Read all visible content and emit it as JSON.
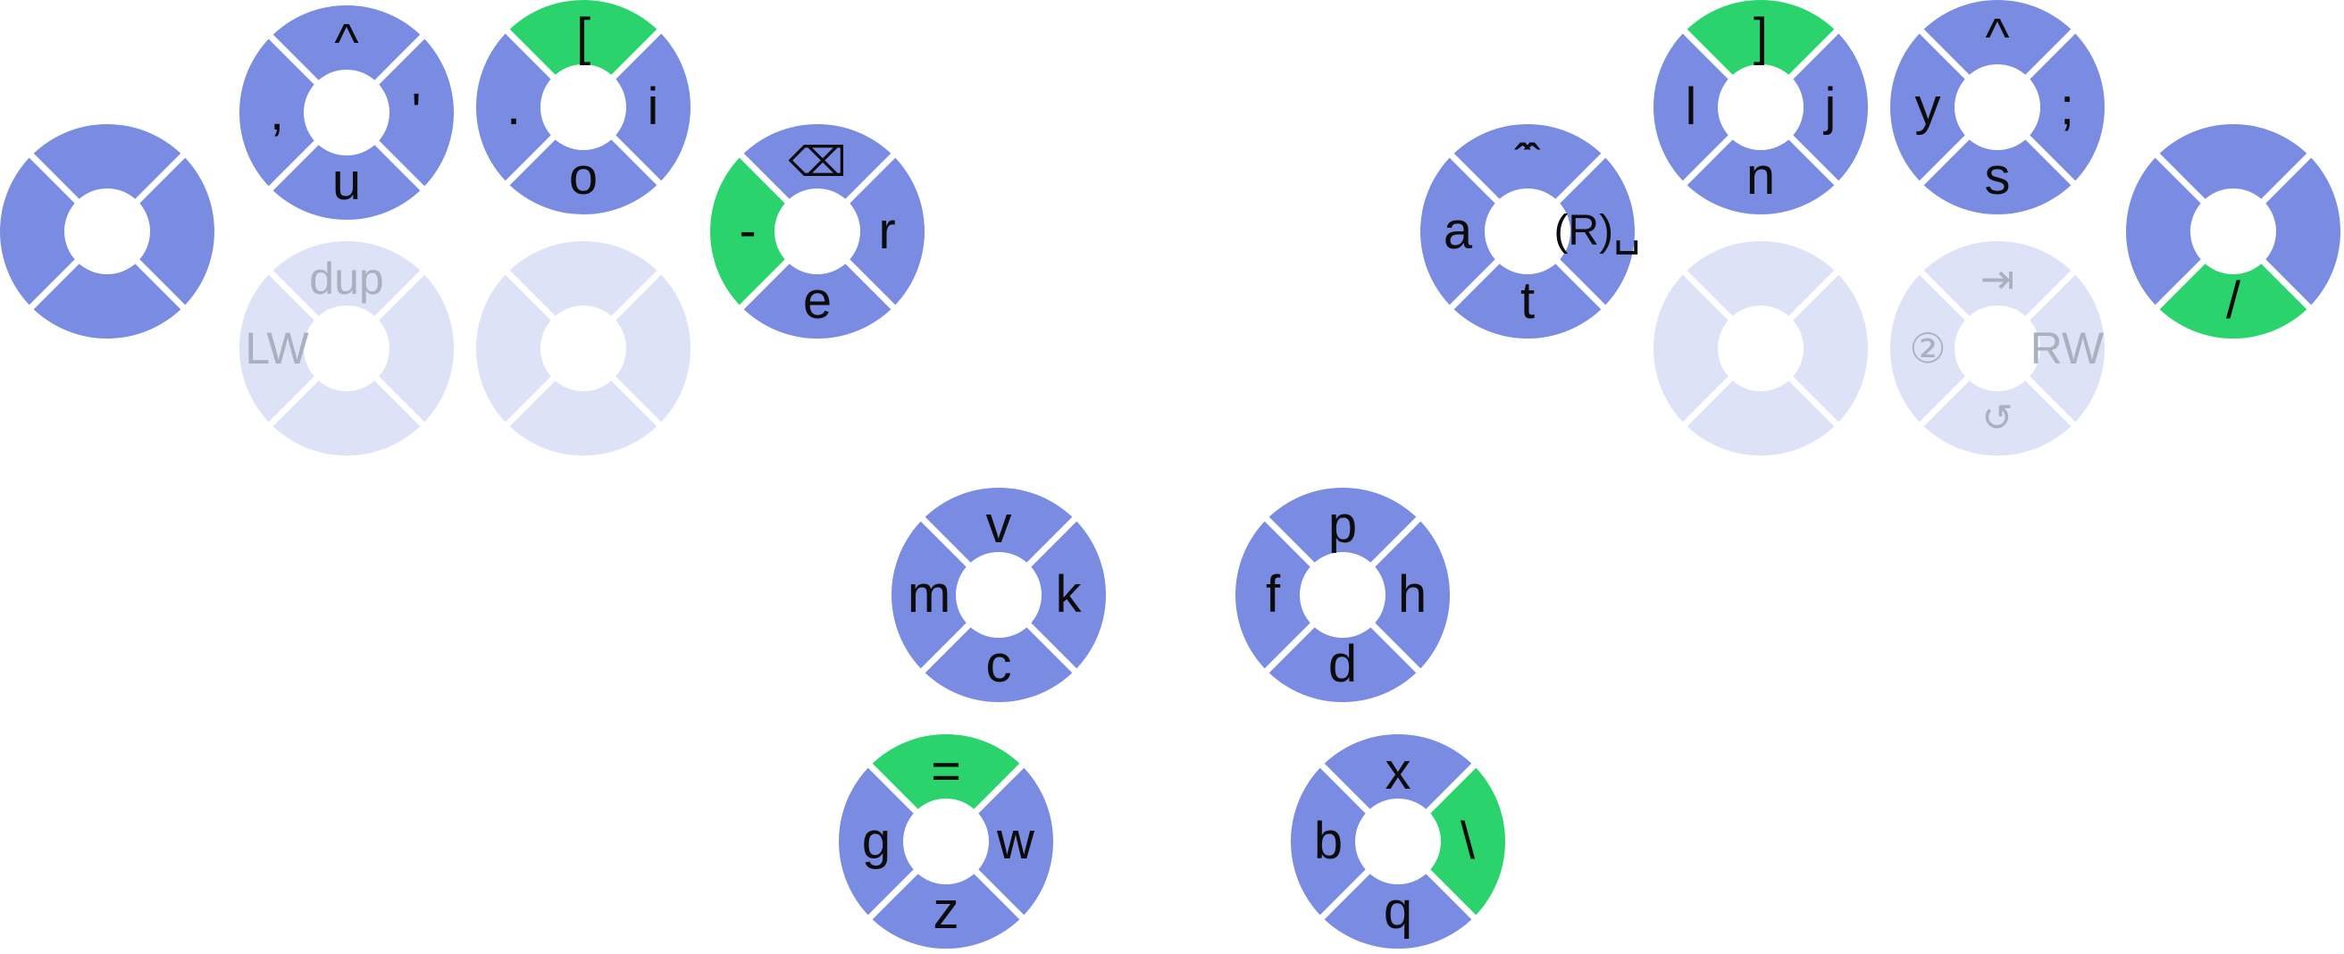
{
  "palette": {
    "ring_blue": "#7a8ce2",
    "ring_green": "#2bd36c",
    "ring_faded": "#dde2f7",
    "label": "#0c0c0c",
    "label_faded": "#aab0bd",
    "divider": "#ffffff",
    "background": "#ffffff"
  },
  "icons": {
    "backspace_icon": "⌫",
    "tab_icon": "⇥",
    "redo_icon": "↺",
    "circled_two_icon": "②",
    "double_caret_icon": "ˆˆ",
    "space_icon": "␣"
  },
  "rings": {
    "lh_blank": {},
    "lh_u": {
      "n": "^",
      "w": ",",
      "e": "'",
      "s": "u"
    },
    "lh_io": {
      "n": "[",
      "w": ".",
      "e": "i",
      "s": "o"
    },
    "lh_re": {
      "n": "⌫",
      "w": "-",
      "e": "r",
      "s": "e"
    },
    "lh_dup_lw": {
      "n": "dup",
      "w": "LW"
    },
    "lh_faded_blank": {},
    "rh_at": {
      "n": "ˆˆ",
      "w": "a",
      "e": "(R)␣",
      "s": "t"
    },
    "rh_ln": {
      "n": "]",
      "w": "l",
      "e": "j",
      "s": "n"
    },
    "rh_ys": {
      "n": "^",
      "w": "y",
      "e": ";",
      "s": "s"
    },
    "rh_slash": {
      "s": "/"
    },
    "rh_faded_blank": {},
    "rh_tab_rw": {
      "n": "⇥",
      "w": "②",
      "e": "RW",
      "s": "↺"
    },
    "bottom_vmkc": {
      "n": "v",
      "w": "m",
      "e": "k",
      "s": "c"
    },
    "bottom_pfhd": {
      "n": "p",
      "w": "f",
      "e": "h",
      "s": "d"
    },
    "bottom_gwz": {
      "n": "=",
      "w": "g",
      "e": "w",
      "s": "z"
    },
    "bottom_bq": {
      "n": "x",
      "w": "b",
      "e": "\\",
      "s": "q"
    }
  }
}
